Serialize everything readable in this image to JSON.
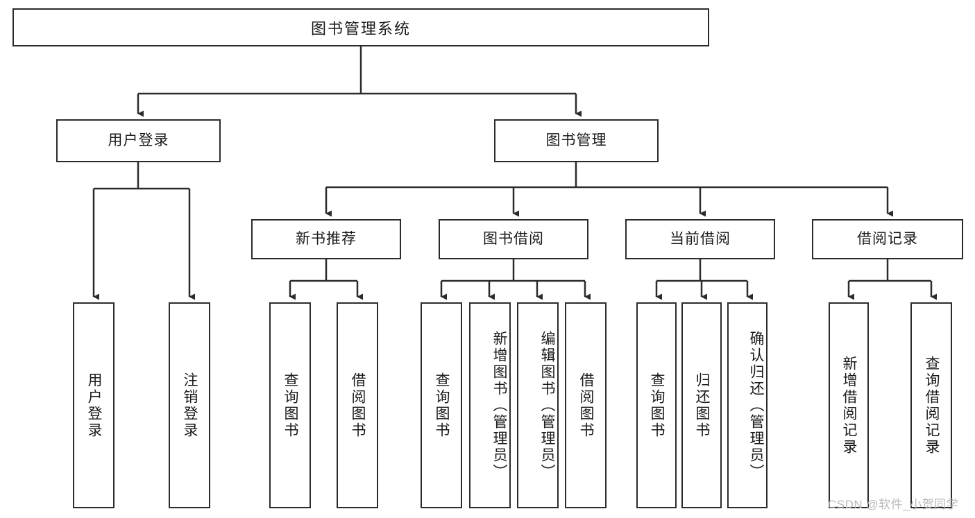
{
  "diagram": {
    "title": "图书管理系统",
    "watermark": "CSDN @软件_小贺同学",
    "line_color": "#2b2b2b",
    "text_color": "#1a1a1a",
    "background": "#ffffff",
    "nodes": {
      "root": "图书管理系统",
      "level2": {
        "user_login": "用户登录",
        "book_manage": "图书管理"
      },
      "level3": {
        "new_book_recommend": "新书推荐",
        "book_borrow": "图书借阅",
        "current_borrow": "当前借阅",
        "borrow_record": "借阅记录"
      },
      "leaves": {
        "user_login_1": "用户登录",
        "user_login_2": "注销登录",
        "new_book_1": "查询图书",
        "new_book_2": "借阅图书",
        "book_borrow_1": "查询图书",
        "book_borrow_2": "新增图书（管理员）",
        "book_borrow_3": "编辑图书（管理员）",
        "book_borrow_4": "借阅图书",
        "current_borrow_1": "查询图书",
        "current_borrow_2": "归还图书",
        "current_borrow_3": "确认归还（管理员）",
        "borrow_record_1": "新增借阅记录",
        "borrow_record_2": "查询借阅记录"
      }
    }
  }
}
